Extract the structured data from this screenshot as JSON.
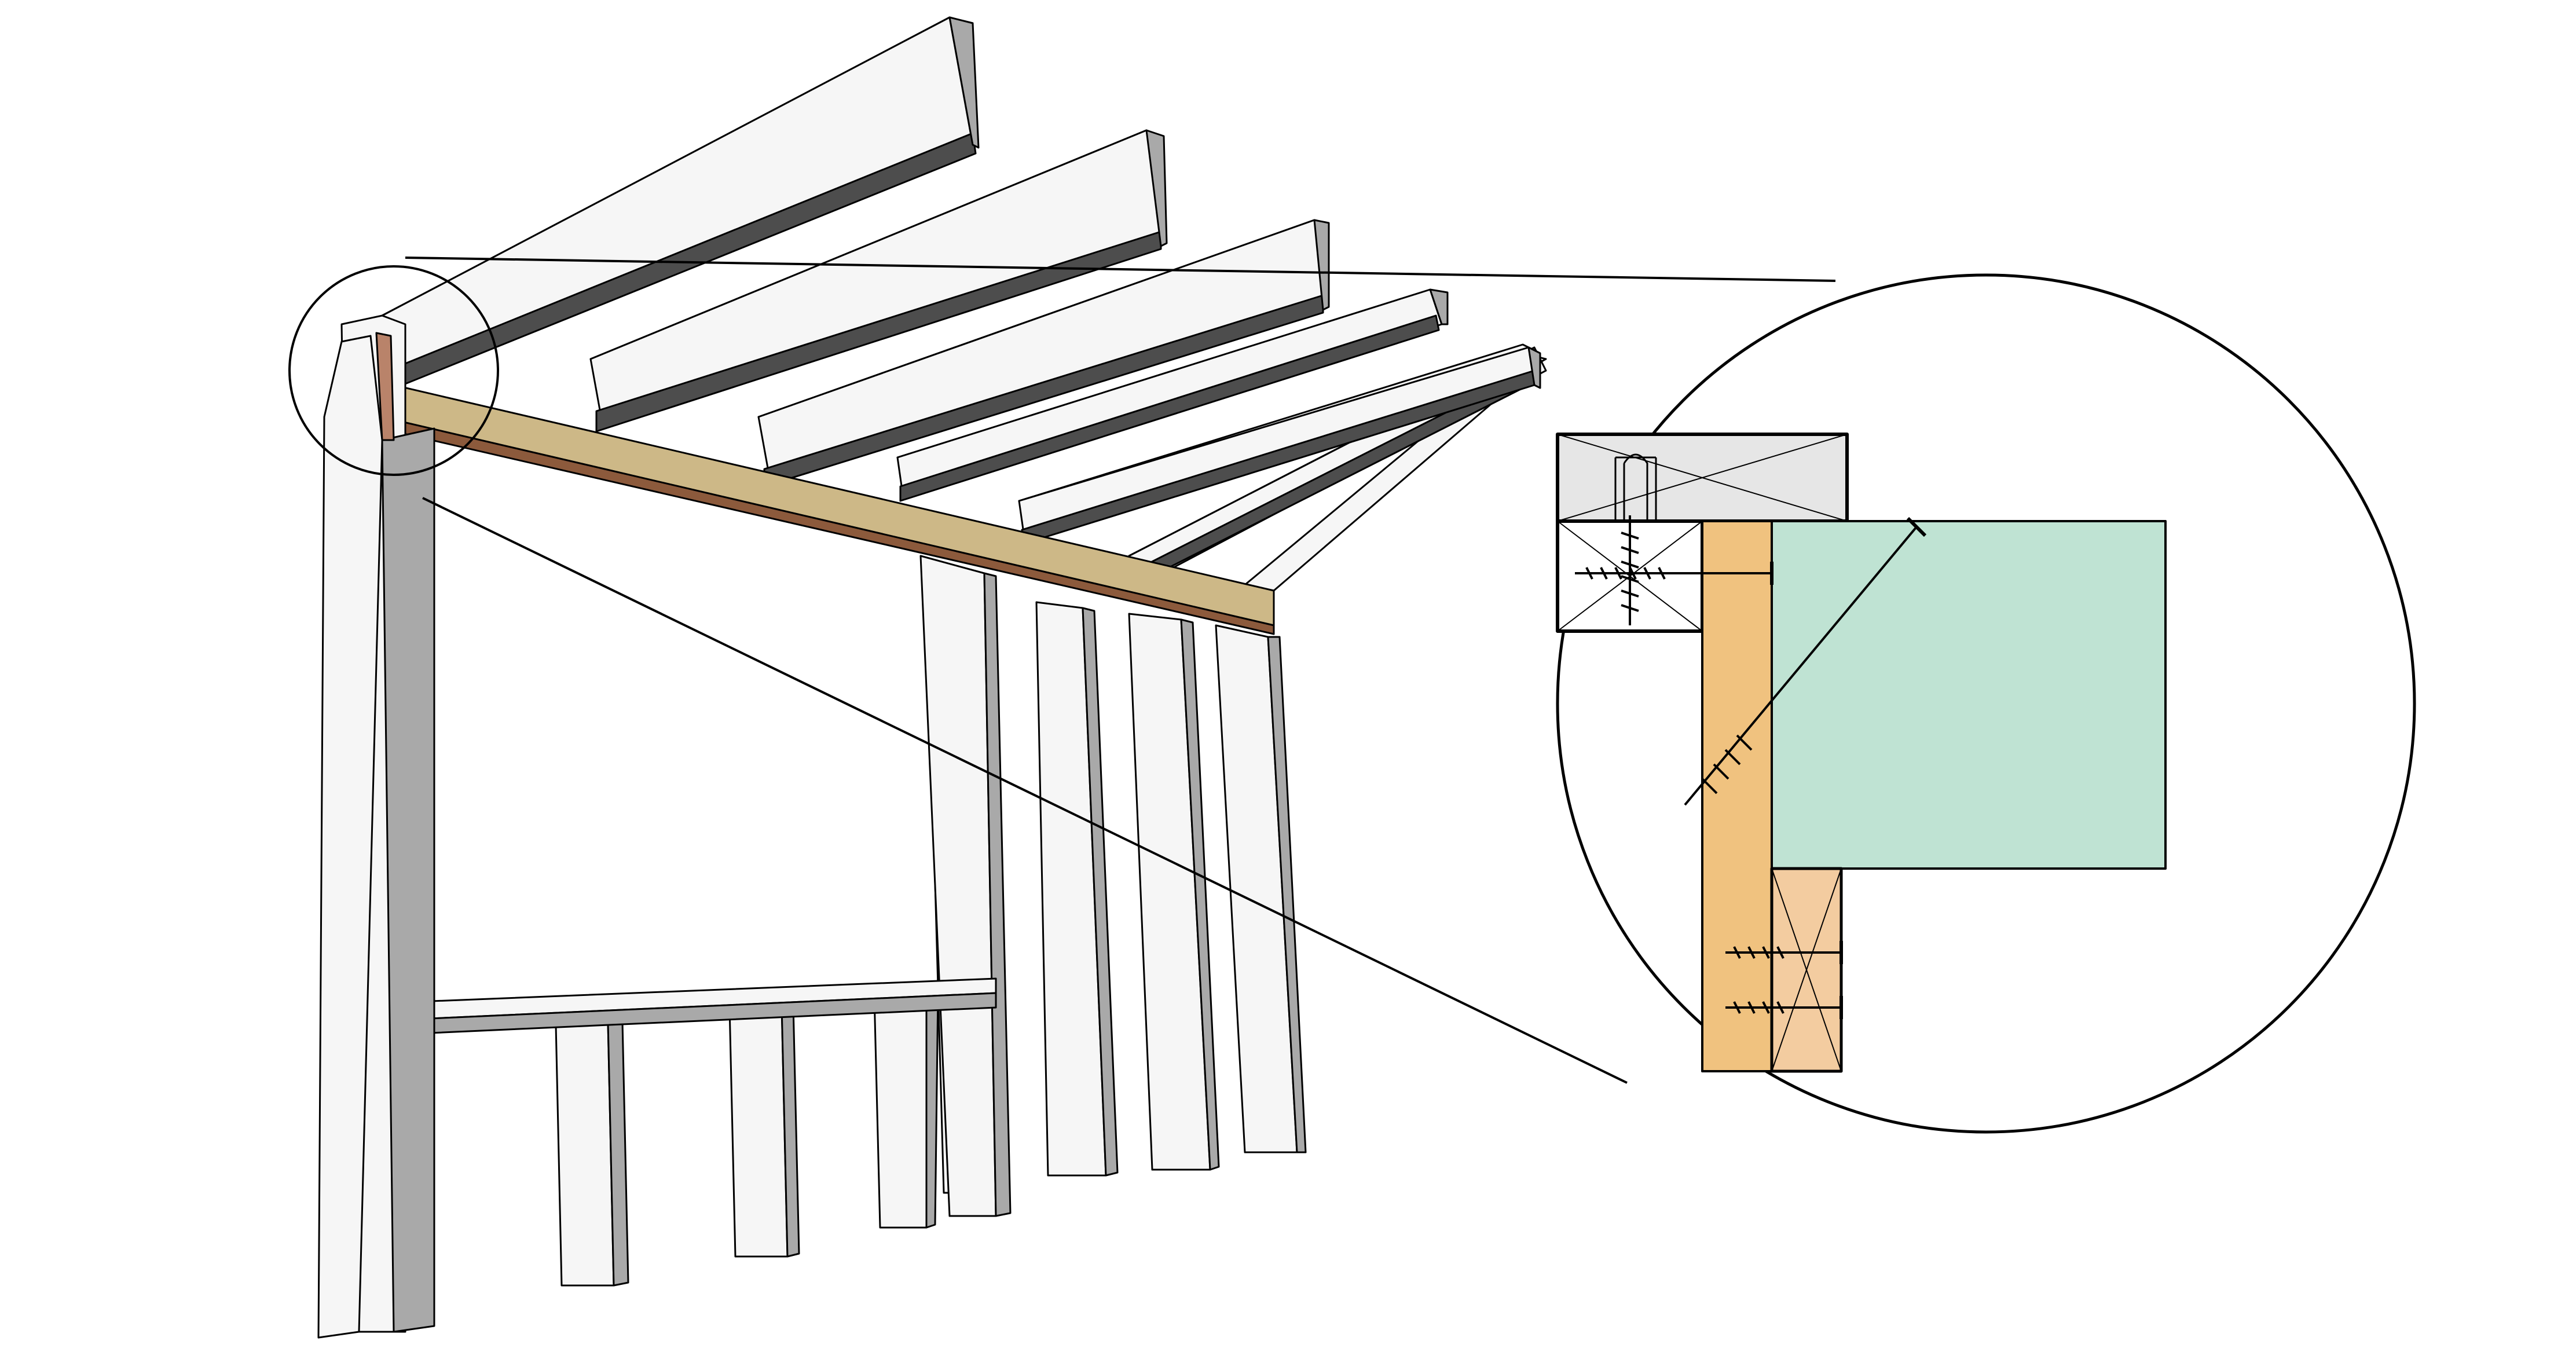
{
  "figure": {
    "description_visible_text": "",
    "colors": {
      "background": "#ffffff",
      "member_face": "#f6f6f6",
      "member_side": "#a9a9a9",
      "member_dark_edge": "#4d4d4d",
      "outline": "#000000",
      "ledger_face": "#cdb887",
      "ledger_underside": "#8c5a3c",
      "ledger_detail": "#f0c27f",
      "joist_detail": "#bfe3d3",
      "blocking_detail": "#f3cca0",
      "plate_detail": "#e6e6e6"
    },
    "parts": {
      "overview": "framing-overview",
      "callout_circle_small": "callout-circle-small",
      "callout_circle_large": "callout-circle-large",
      "detail_section": "connection-detail"
    }
  }
}
